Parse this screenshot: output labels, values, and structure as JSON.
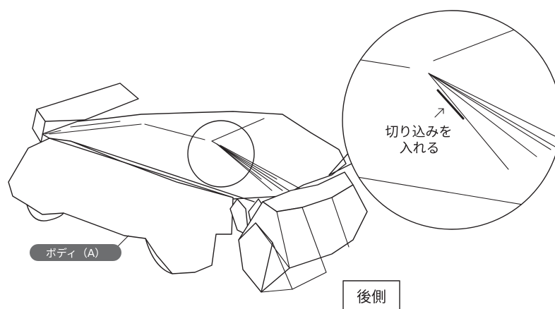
{
  "labels": {
    "body_part": "ボディ（A）",
    "instruction_line1": "切り込みを",
    "instruction_line2": "入れる",
    "rear": "後側"
  },
  "colors": {
    "line": "#231f20",
    "badge_fill": "#6d6e70",
    "badge_text": "#ffffff",
    "background": "#ffffff"
  }
}
